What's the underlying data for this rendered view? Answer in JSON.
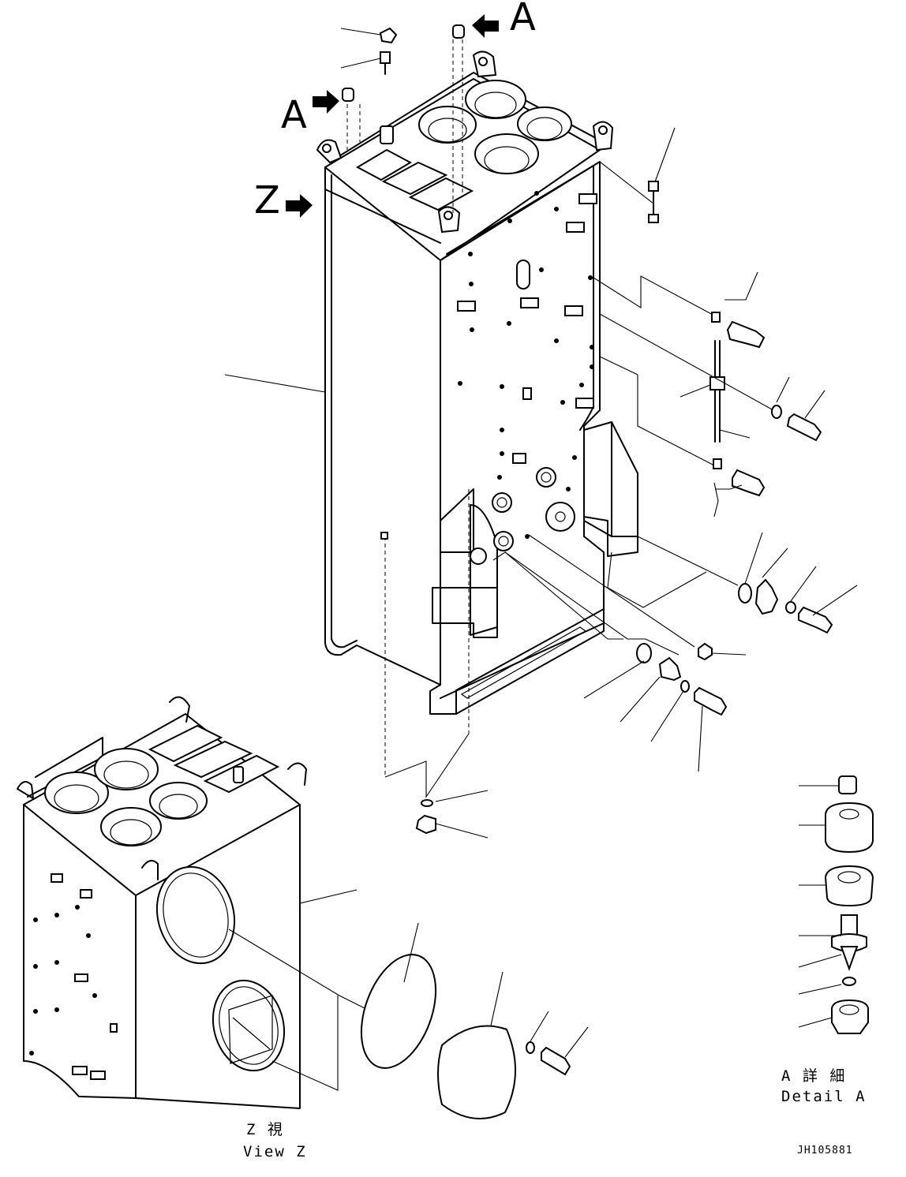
{
  "labels": {
    "view_a_top": "A",
    "view_a_left": "A",
    "view_z": "Z"
  },
  "captions": {
    "detail_a_jp": "A 詳 細",
    "detail_a_en": "Detail A",
    "view_z_jp": "Z  視",
    "view_z_en": "View Z"
  },
  "drawing_id": "JH105881"
}
